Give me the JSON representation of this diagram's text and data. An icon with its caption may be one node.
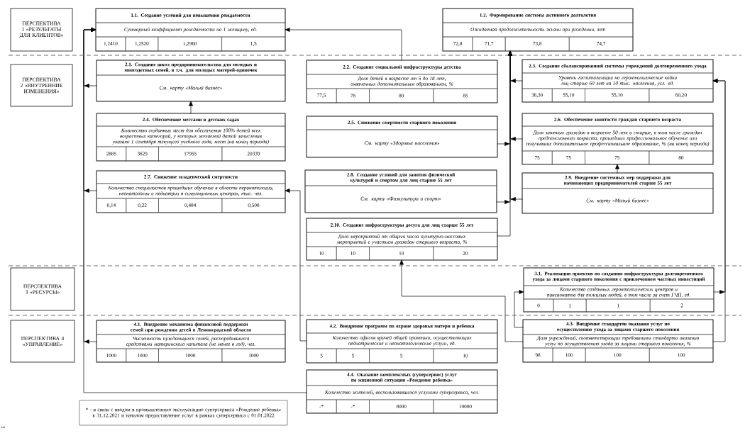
{
  "diagram": {
    "nodes": [
      {
        "text": [
          "ПЕРСПЕКТИВА 1 «РЕЗУЛЬТАТЫ ДЛЯ КЛИЕНТОВ»"
        ]
      },
      {
        "text": [
          "1.1. Создание условий для повышения рождаемости",
          "Суммарный коэффициент рождаемости на 1 женщину, ед.",
          "1,2410",
          "1,2520",
          "1,2960",
          "1,5"
        ]
      },
      {
        "text": [
          "1.2. Формирование системы активного долголетия",
          "Ожидаемая продолжительность жизни при рождении, лет",
          "72,8",
          "71,7",
          "73,8",
          "74,7"
        ]
      },
      {
        "text": [
          "ПЕРСПЕКТИВА 2 «ВНУТРЕННИЕ ИЗМЕНЕНИЯ»"
        ]
      },
      {
        "text": [
          "2.1. Создание школ предпринимательства для молодых и многодетных семей, в т.ч. для молодых матерей-одиночек",
          "См. карту «Малый бизнес»"
        ]
      },
      {
        "text": [
          "2.2. Создание социальной инфраструктуры детства",
          "Доля детей в возрасте от 5 до 18 лет, охваченных дополнительным образованием, %",
          "77,5",
          "78",
          "80",
          "85"
        ]
      },
      {
        "text": [
          "2.3. Создание сбалансированной системы учреждений долговременного ухода",
          "Уровень госпитализации на геронтологические койки лиц старше 60 лет на 10 тыс. населения, усл. ед.",
          "36,30",
          "55,10",
          "55,10",
          "60,20"
        ]
      },
      {
        "text": [
          "2.4. Обеспечение местами в детских садах",
          "Количество созданных мест для обеспечения 100% детей всех возрастных категорий, у которых желаемой датой зачисления указано 1 сентября текущего учебного года, мест (на конец периода)",
          "2885",
          "3629",
          "17955",
          "20339"
        ]
      },
      {
        "text": [
          "2.5. Снижение смертности старшего поколения",
          "См. карту «Здоровье населения»"
        ]
      },
      {
        "text": [
          "2.6. Обеспечение занятости граждан старшего возраста",
          "Доля занятых граждан в возрасте 50 лет и старше, в том числе граждан предпенсионного возраста, прошедших профессиональное обучение или получивших дополнительное профессиональное образование, % (на конец периода)",
          "75",
          "75",
          "75",
          "80"
        ]
      },
      {
        "text": [
          "2.7. Снижение младенческой смертности",
          "Количество специалистов прошедших обучение в области перинатологии, неонатологии и педиатрии в симуляционных центрах, тыс. чел.",
          "0,14",
          "0,22",
          "0,484",
          "0,500"
        ]
      },
      {
        "text": [
          "2.8. Создание условий для занятия физической культурой и спортом для лиц старше 55 лет",
          "См. карту «Физкультура и спорт»"
        ]
      },
      {
        "text": [
          "2.9. Внедрение системных мер поддержки для начинающих предпринимателей старше 55 лет",
          "См. карту «Малый бизнес»"
        ]
      },
      {
        "text": [
          "2.10. Создание инфраструктуры досуга для лиц старше 55 лет",
          "Доля мероприятий от общего числа культурно-массовых мероприятий с участием граждан старшего возраста, %",
          "10",
          "10",
          "10",
          "20"
        ]
      },
      {
        "text": [
          "ПЕРСПЕКТИВА 3 «РЕСУРСЫ»"
        ]
      },
      {
        "text": [
          "3.1. Реализация проектов по созданию инфраструктуры долговременного ухода за лицами старшего поколения с привлечением частных инвестиций",
          "Количество созданных геронтологических центров и пансионатов для пожилых людей, в том числе за счет ГЧП, ед.",
          "0",
          "1",
          "1",
          "2"
        ]
      },
      {
        "text": [
          "ПЕРСПЕКТИВА 4 «УПРАВЛЕНИЕ»"
        ]
      },
      {
        "text": [
          "4.1. Внедрение механизма финансовой поддержки семей при рождении детей в Ленинградской области",
          "Численность нуждающихся семей, распорядившихся средствами материнского капитала (не менее в год), чел.",
          "1000",
          "1000",
          "1000",
          "1000"
        ]
      },
      {
        "text": [
          "4.2. Внедрение программ по охране здоровья матери и ребенка",
          "Количество офисов врачей общей практики, осуществляющих педиатрические и неонатологические услуги, ед.",
          "5",
          "5",
          "5",
          "10"
        ]
      },
      {
        "text": [
          "4.3. Внедрение стандартов оказания услуг по осуществлению ухода за лицами старшего поколения",
          "Доля учреждений, соответствующих требованиям стандарта оказания услуг по осуществлению ухода за лицами старшего поколения, %",
          "98",
          "100",
          "100",
          "100"
        ]
      },
      {
        "text": [
          "4.4. Оказание комплексных (суперсервис) услуг по жизненной ситуации «Рождение ребенка»",
          "Количество жителей, воспользовавшихся услугами суперсервиса, чел.",
          "-*",
          "-*",
          "8000",
          "10000"
        ]
      },
      {
        "text": [
          "* - в связи с вводом в промышленную эксплуатацию суперсервиса «Рождение ребенка» к 31.12.2021 и началом предоставление услуг в рамках суперсервиса с 01.01.2022"
        ]
      }
    ],
    "edges": [
      {
        "from": 4,
        "to": 1,
        "arrow": "to"
      },
      {
        "from": 10,
        "to": 1,
        "arrow": "to"
      },
      {
        "from": 17,
        "to": 1,
        "arrow": "to"
      },
      {
        "from": 20,
        "to": 1,
        "arrow": "to"
      },
      {
        "from": 5,
        "to": 1,
        "arrow": "to"
      },
      {
        "from": 6,
        "to": 2,
        "arrow": "to"
      },
      {
        "from": 8,
        "to": 2,
        "arrow": "to"
      },
      {
        "from": 9,
        "to": 2,
        "arrow": "to"
      },
      {
        "from": 11,
        "to": 2,
        "arrow": "to"
      },
      {
        "from": 12,
        "to": 2,
        "arrow": "to"
      },
      {
        "from": 13,
        "to": 2,
        "arrow": "to"
      },
      {
        "from": 7,
        "to": 4,
        "arrow": "to"
      },
      {
        "from": 12,
        "to": 9,
        "arrow": "to"
      },
      {
        "from": 15,
        "to": 6,
        "arrow": "to"
      },
      {
        "from": 19,
        "to": 6,
        "arrow": "to"
      },
      {
        "from": 19,
        "to": 15,
        "arrow": "to"
      },
      {
        "from": 19,
        "to": 13,
        "arrow": "to"
      },
      {
        "from": 18,
        "to": 10,
        "arrow": "to"
      }
    ],
    "labels": [
      "..."
    ]
  }
}
